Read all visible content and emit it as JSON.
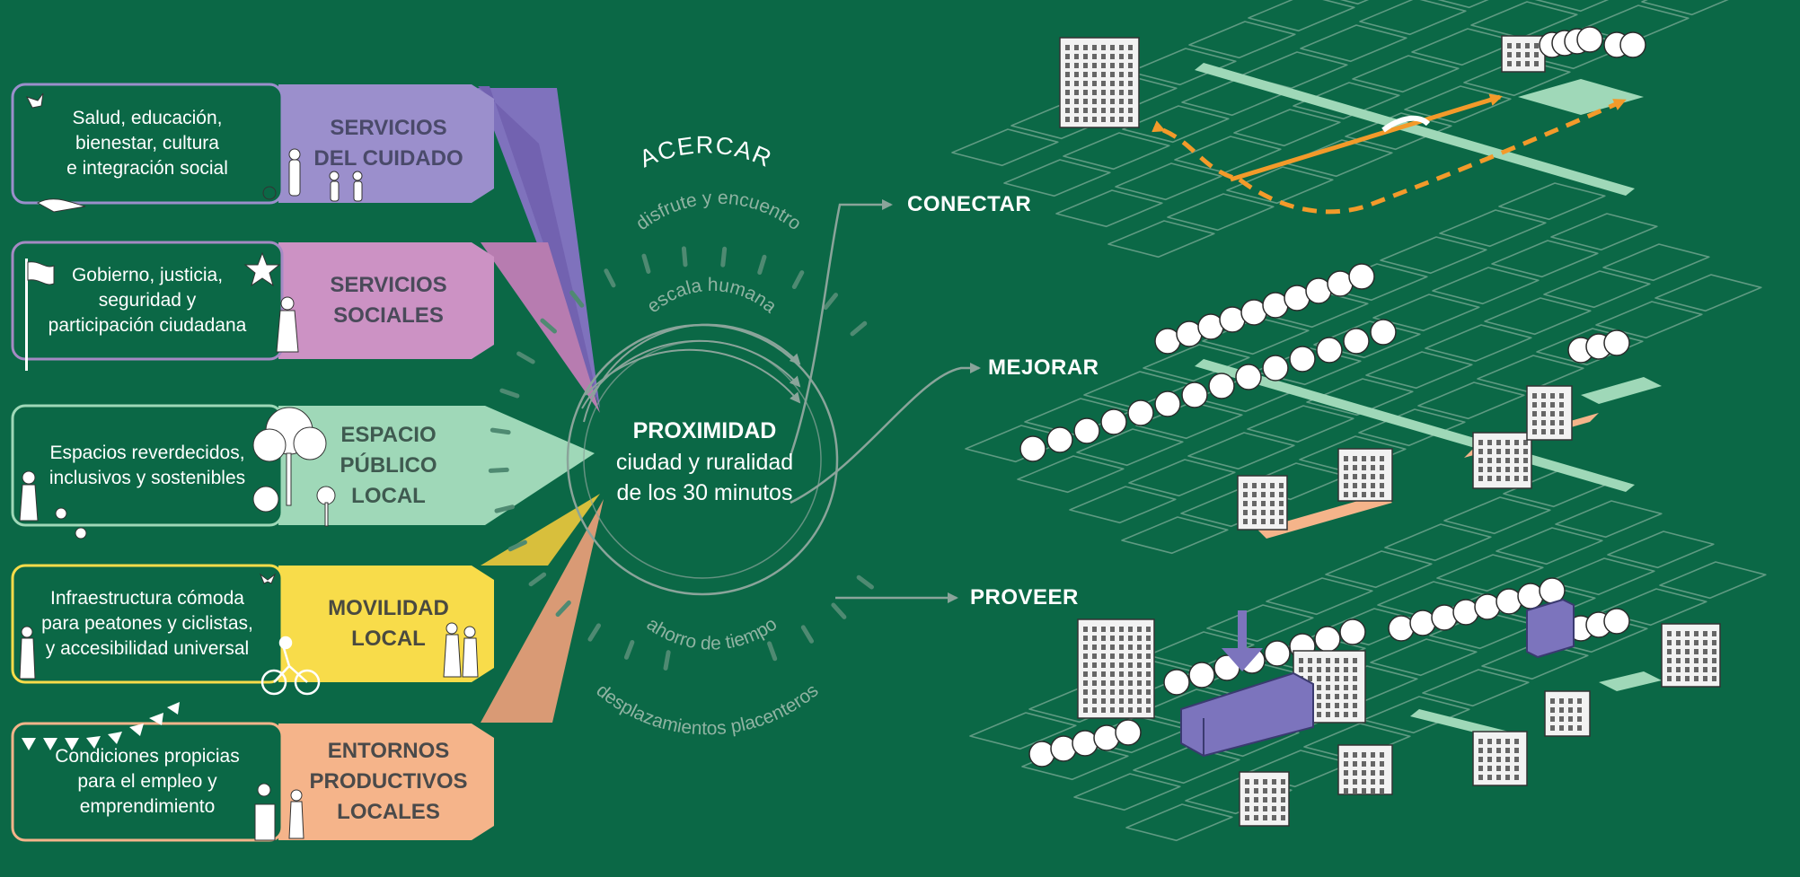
{
  "categories": [
    {
      "id": "cuidado",
      "description": "Salud, educación,\nbienestar, cultura\ne integración social",
      "title": "SERVICIOS\nDEL CUIDADO",
      "color": "#9b8fcc",
      "border": "#9b8fcc",
      "side": "#7f72bd",
      "title_color": "#4a4a6a"
    },
    {
      "id": "sociales",
      "description": "Gobierno, justicia,\nseguridad y\nparticipación ciudadana",
      "title": "SERVICIOS\nSOCIALES",
      "color": "#cc92c4",
      "border": "#a58ac4",
      "side": "#b77cb0",
      "title_color": "#4a4a5a"
    },
    {
      "id": "espacio",
      "description": "Espacios reverdecidos,\ninclusivos y sostenibles",
      "title": "ESPACIO\nPÚBLICO\nLOCAL",
      "color": "#9fd8b8",
      "border": "#9fd8b8",
      "side": "#8ccaa8",
      "title_color": "#3f5a50"
    },
    {
      "id": "movilidad",
      "description": "Infraestructura cómoda\npara peatones y ciclistas,\ny accesibilidad universal",
      "title": "MOVILIDAD\nLOCAL",
      "color": "#f8dc4a",
      "border": "#f8dc4a",
      "side": "#d8bf3c",
      "title_color": "#4a4a40"
    },
    {
      "id": "productivos",
      "description": "Condiciones propicias\npara el empleo y\nemprendimiento",
      "title": "ENTORNOS\nPRODUCTIVOS\nLOCALES",
      "color": "#f5b48a",
      "border": "#f5b48a",
      "side": "#d99a75",
      "title_color": "#4a4a4a"
    }
  ],
  "center": {
    "title": "PROXIMIDAD",
    "subtitle": "ciudad y ruralidad\nde los 30 minutos"
  },
  "arc_labels": {
    "acercar": "ACERCAR",
    "top_outer": "disfrute y encuentro",
    "top_inner": "escala humana",
    "bottom_inner": "ahorro de tiempo",
    "bottom_outer": "desplazamientos placenteros"
  },
  "actions": [
    "CONECTAR",
    "MEJORAR",
    "PROVEER"
  ],
  "colors": {
    "background": "#0b6846",
    "line": "#8aa49a",
    "route": "#f39a2a",
    "highlight_building": "#7c74bd"
  }
}
